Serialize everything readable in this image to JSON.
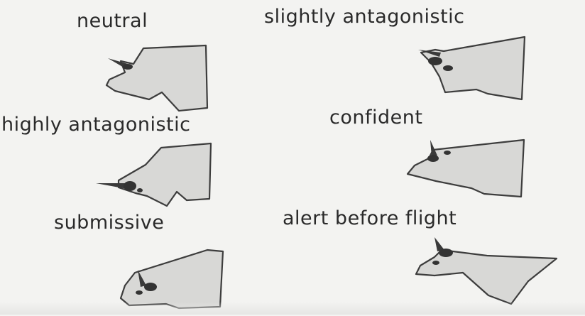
{
  "figure": {
    "panels": [
      {
        "id": "neutral",
        "label": "neutral"
      },
      {
        "id": "slightly-antagonistic",
        "label": "slightly antagonistic"
      },
      {
        "id": "highly-antagonistic",
        "label": "highly antagonistic"
      },
      {
        "id": "confident",
        "label": "confident"
      },
      {
        "id": "submissive",
        "label": "submissive"
      },
      {
        "id": "alert-before-flight",
        "label": "alert before flight"
      }
    ]
  }
}
